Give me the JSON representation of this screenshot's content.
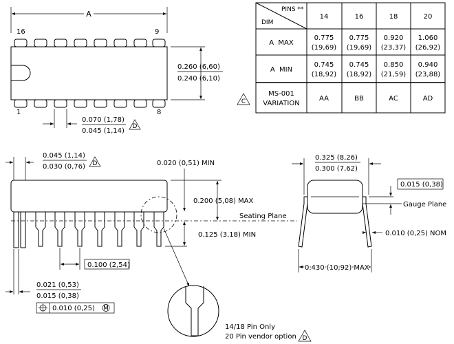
{
  "top_view": {
    "dim_a": "A",
    "pin_16": "16",
    "pin_9": "9",
    "pin_1": "1",
    "pin_8": "8",
    "width_max": "0.260 (6,60)",
    "width_min": "0.240 (6,10)",
    "pitch_max": "0.070 (1,78)",
    "pitch_min": "0.045 (1,14)",
    "note_d": "D"
  },
  "table": {
    "hdr_pins": "PINS **",
    "hdr_dim": "DIM",
    "pin_counts": [
      "14",
      "16",
      "18",
      "20"
    ],
    "rows": [
      {
        "label": "A  MAX",
        "cells": [
          [
            "0.775",
            "(19,69)"
          ],
          [
            "0.775",
            "(19,69)"
          ],
          [
            "0.920",
            "(23,37)"
          ],
          [
            "1.060",
            "(26,92)"
          ]
        ]
      },
      {
        "label": "A  MIN",
        "cells": [
          [
            "0.745",
            "(18,92)"
          ],
          [
            "0.745",
            "(18,92)"
          ],
          [
            "0.850",
            "(21,59)"
          ],
          [
            "0.940",
            "(23,88)"
          ]
        ]
      }
    ],
    "variation_label_1": "MS-001",
    "variation_label_2": "VARIATION",
    "variations": [
      "AA",
      "BB",
      "AC",
      "AD"
    ],
    "note_c": "C"
  },
  "side_view": {
    "lead_w_max": "0.045 (1,14)",
    "lead_w_min": "0.030 (0,76)",
    "note_d": "D",
    "standoff_min": "0.020 (0,51) MIN",
    "height_max": "0.200 (5,08) MAX",
    "seating_plane": "Seating Plane",
    "lead_len_min": "0.125 (3,18) MIN",
    "pitch": "0.100 (2,54)",
    "lead_t_max": "0.021 (0,53)",
    "lead_t_min": "0.015 (0,38)",
    "position_tol": "0.010 (0,25)",
    "tol_m": "M"
  },
  "detail": {
    "note_1": "14/18 Pin Only",
    "note_2": "20 Pin vendor option",
    "note_d": "D"
  },
  "end_view": {
    "row_w_max": "0.325 (8,26)",
    "row_w_min": "0.300 (7,62)",
    "gauge_offset": "0.015 (0,38)",
    "gauge_plane": "Gauge Plane",
    "lead_thk_nom": "0.010 (0,25) NOM",
    "spread_max": "0.430 (10,92) MAX"
  }
}
